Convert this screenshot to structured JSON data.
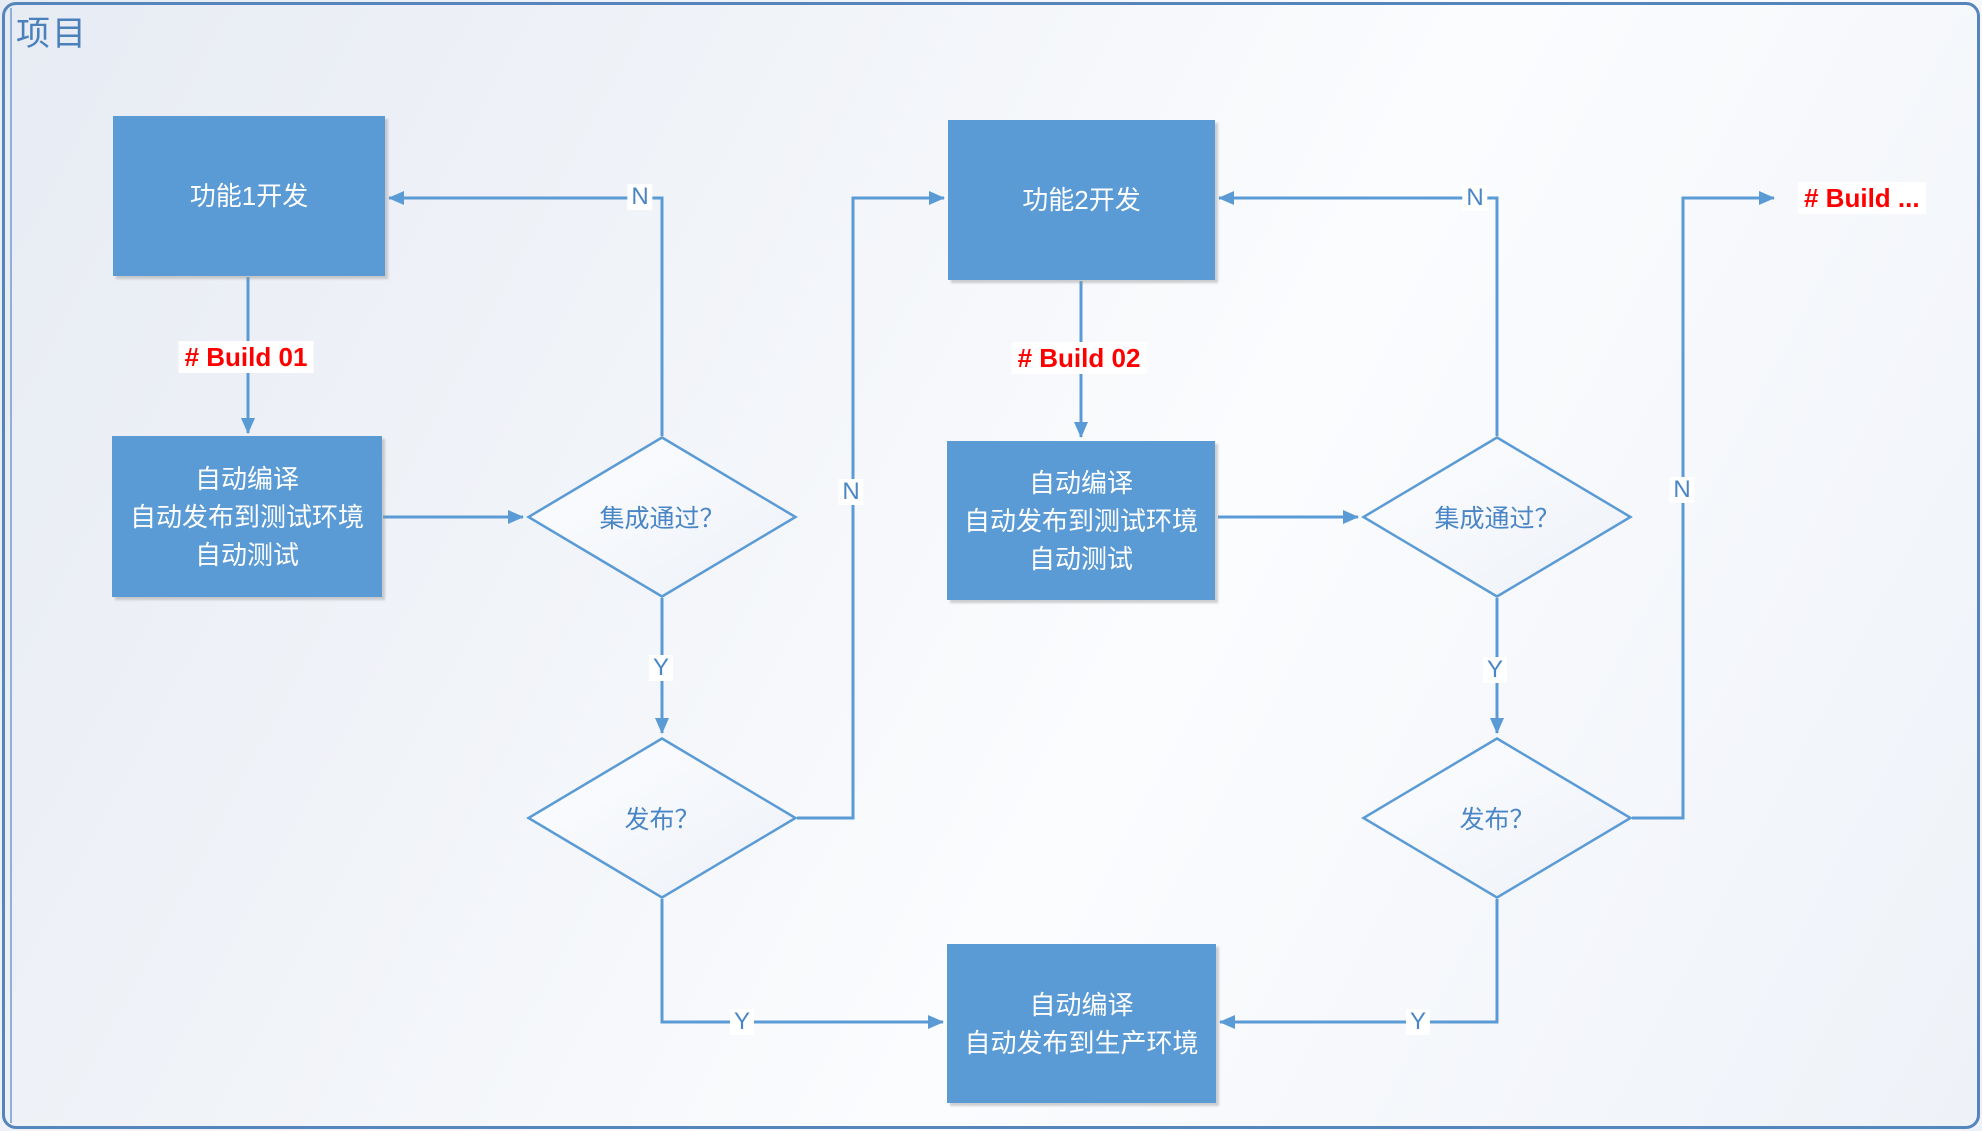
{
  "container": {
    "title": "项目"
  },
  "colors": {
    "node_fill": "#5b9bd5",
    "connector": "#5b9bd5",
    "decision_fill": "#f4f7fb",
    "frame_border": "#5585bb",
    "build_label": "#ff0000",
    "edge_label_text": "#4a86c5"
  },
  "nodes": {
    "feature1": {
      "label": "功能1开发"
    },
    "autotest1": {
      "line1": "自动编译",
      "line2": "自动发布到测试环境",
      "line3": "自动测试"
    },
    "integration1": {
      "label": "集成通过？"
    },
    "release1": {
      "label": "发布？"
    },
    "feature2": {
      "label": "功能2开发"
    },
    "autotest2": {
      "line1": "自动编译",
      "line2": "自动发布到测试环境",
      "line3": "自动测试"
    },
    "integration2": {
      "label": "集成通过？"
    },
    "release2": {
      "label": "发布？"
    },
    "deploy_prod": {
      "line1": "自动编译",
      "line2": "自动发布到生产环境"
    }
  },
  "edge_labels": {
    "build01": "# Build 01",
    "build02": "# Build 02",
    "build_next": "# Build ...",
    "integration1_no": "N",
    "integration1_yes": "Y",
    "release1_no": "N",
    "release1_yes": "Y",
    "integration2_no": "N",
    "integration2_yes": "Y",
    "release2_no": "N",
    "release2_yes": "Y"
  }
}
